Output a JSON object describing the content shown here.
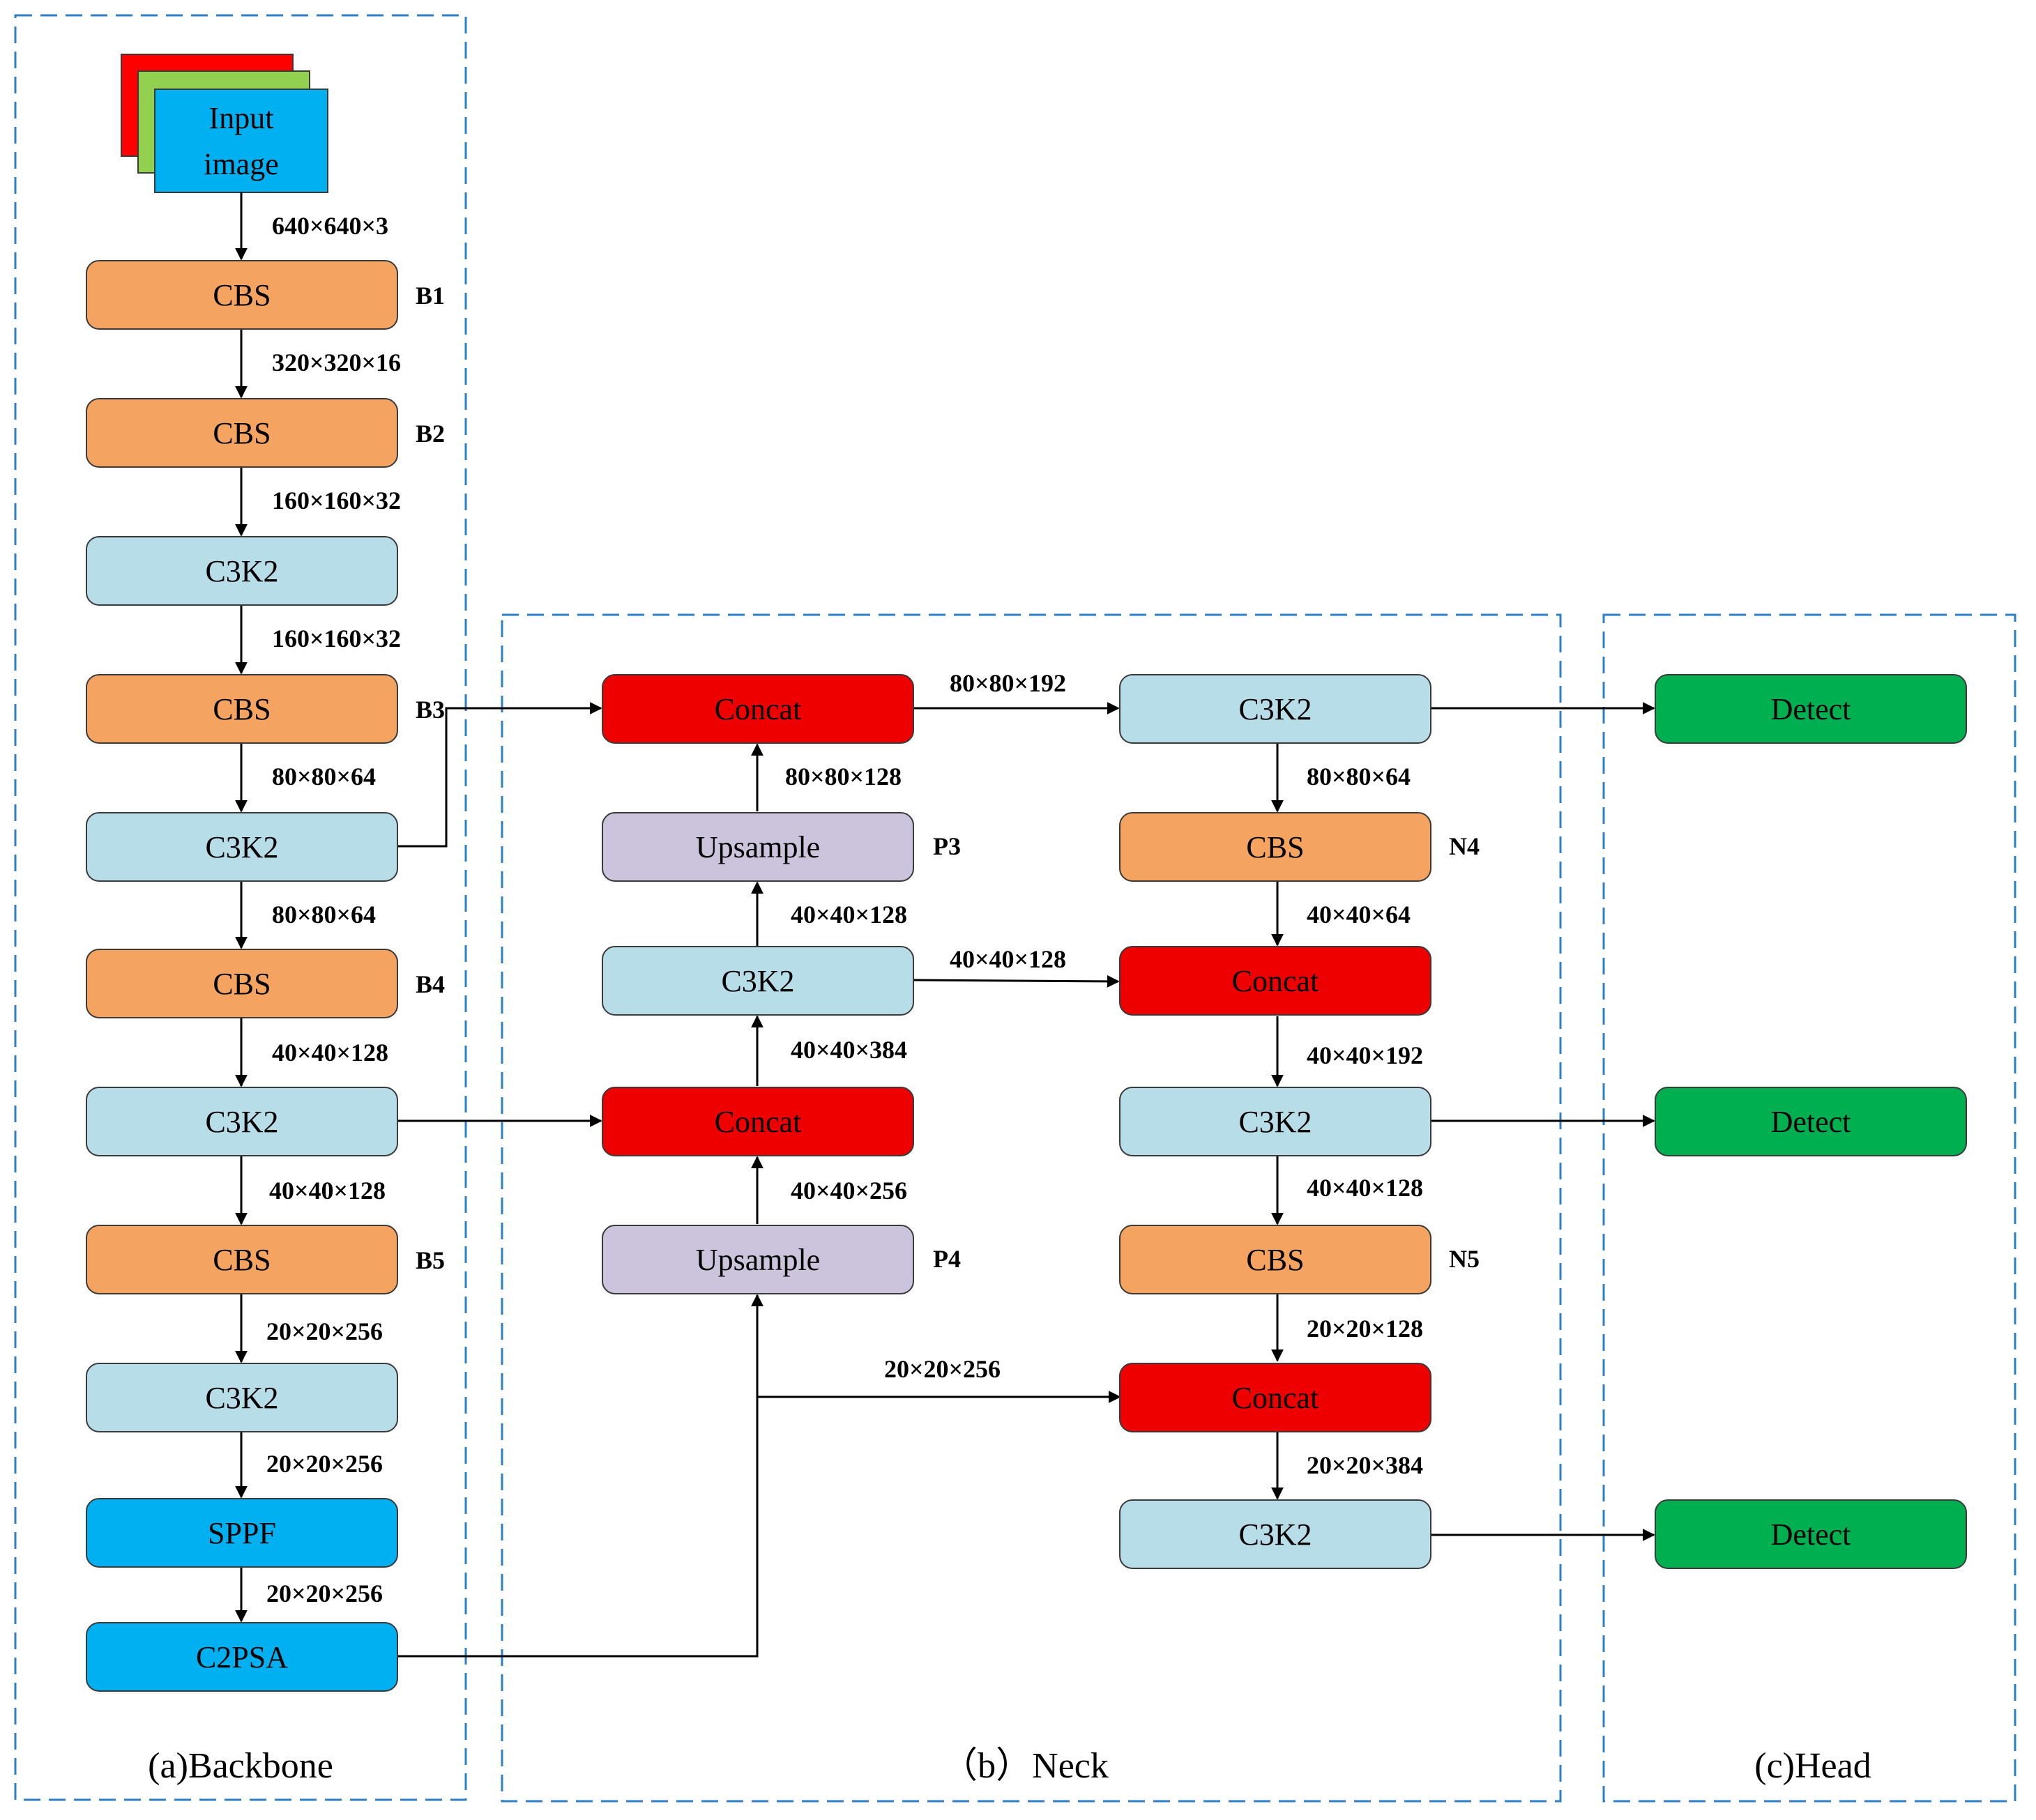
{
  "colors": {
    "cbs": "#f4a460",
    "c3k2": "#b7dde8",
    "concat": "#ee0000",
    "upsample": "#cbc4dc",
    "sppf": "#00b0f0",
    "detect": "#00b050",
    "input_red": "#ff0000",
    "input_green": "#92d050",
    "input_blue": "#00b0f0",
    "section_border": "#2f7fc6"
  },
  "sections": {
    "backbone": "(a)Backbone",
    "neck": "（b）Neck",
    "head": "(c)Head"
  },
  "input": {
    "line1": "Input",
    "line2": "image"
  },
  "nodes": {
    "b_cbs1": "CBS",
    "b_cbs2": "CBS",
    "b_c3k2_1": "C3K2",
    "b_cbs3": "CBS",
    "b_c3k2_2": "C3K2",
    "b_cbs4": "CBS",
    "b_c3k2_3": "C3K2",
    "b_cbs5": "CBS",
    "b_c3k2_4": "C3K2",
    "b_sppf": "SPPF",
    "b_c2psa": "C2PSA",
    "n_concat1": "Concat",
    "n_upsample1": "Upsample",
    "n_c3k2_1": "C3K2",
    "n_concat2": "Concat",
    "n_upsample2": "Upsample",
    "n_c3k2_2": "C3K2",
    "n_cbs1": "CBS",
    "n_concat3": "Concat",
    "n_c3k2_3": "C3K2",
    "n_cbs2": "CBS",
    "n_concat4": "Concat",
    "n_c3k2_4": "C3K2",
    "h_detect1": "Detect",
    "h_detect2": "Detect",
    "h_detect3": "Detect"
  },
  "tags": {
    "b1": "B1",
    "b2": "B2",
    "b3": "B3",
    "b4": "B4",
    "b5": "B5",
    "p3": "P3",
    "p4": "P4",
    "n4": "N4",
    "n5": "N5"
  },
  "dims": {
    "d_input": "640×640×3",
    "d_b1": "320×320×16",
    "d_b2": "160×160×32",
    "d_c3k2_1": "160×160×32",
    "d_b3": "80×80×64",
    "d_c3k2_2": "80×80×64",
    "d_b4": "40×40×128",
    "d_c3k2_3": "40×40×128",
    "d_b5": "20×20×256",
    "d_c3k2_4": "20×20×256",
    "d_sppf": "20×20×256",
    "d_up1": "80×80×128",
    "d_nc3k2_1": "40×40×128",
    "d_concat2": "40×40×384",
    "d_up2": "40×40×256",
    "d_concat1_right": "80×80×192",
    "d_nc3k2_1_right": "40×40×128",
    "d_c2psa_right": "20×20×256",
    "d_nc3k2_2": "80×80×64",
    "d_ncbs1": "40×40×64",
    "d_nconcat3": "40×40×192",
    "d_nc3k2_3": "40×40×128",
    "d_ncbs2": "20×20×128",
    "d_nconcat4": "20×20×384"
  }
}
